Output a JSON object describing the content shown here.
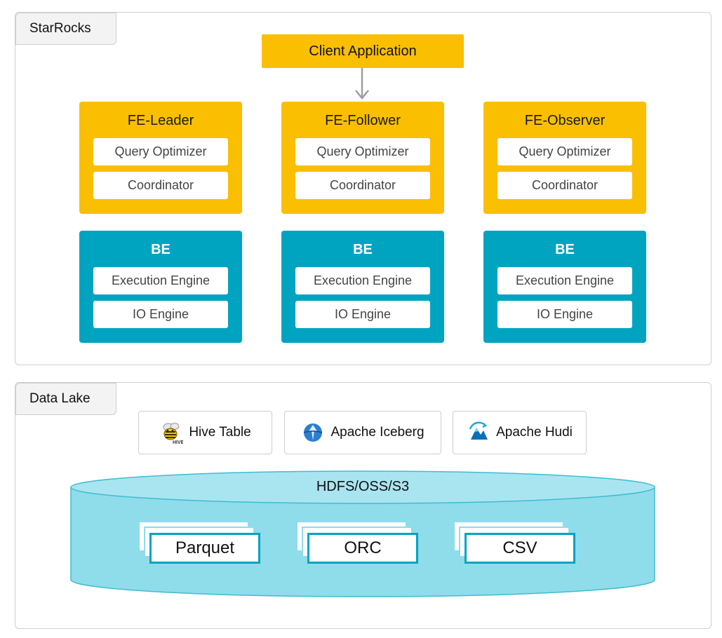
{
  "starrocks": {
    "label": "StarRocks",
    "client": "Client Application",
    "fe_nodes": [
      {
        "title": "FE-Leader",
        "items": [
          "Query Optimizer",
          "Coordinator"
        ]
      },
      {
        "title": "FE-Follower",
        "items": [
          "Query Optimizer",
          "Coordinator"
        ]
      },
      {
        "title": "FE-Observer",
        "items": [
          "Query Optimizer",
          "Coordinator"
        ]
      }
    ],
    "be_nodes": [
      {
        "title": "BE",
        "items": [
          "Execution Engine",
          "IO Engine"
        ]
      },
      {
        "title": "BE",
        "items": [
          "Execution Engine",
          "IO Engine"
        ]
      },
      {
        "title": "BE",
        "items": [
          "Execution Engine",
          "IO Engine"
        ]
      }
    ]
  },
  "datalake": {
    "label": "Data Lake",
    "table_formats": [
      {
        "label": "Hive Table",
        "icon": "hive-bee-icon"
      },
      {
        "label": "Apache Iceberg",
        "icon": "iceberg-icon"
      },
      {
        "label": "Apache Hudi",
        "icon": "hudi-icon"
      }
    ],
    "storage": {
      "label": "HDFS/OSS/S3",
      "files": [
        "Parquet",
        "ORC",
        "CSV"
      ]
    }
  },
  "colors": {
    "fe": "#f9bf00",
    "be": "#00a4c1",
    "storage_fill": "#8fdcea",
    "storage_top": "#a9e5f0",
    "storage_border": "#3fbcd2"
  }
}
